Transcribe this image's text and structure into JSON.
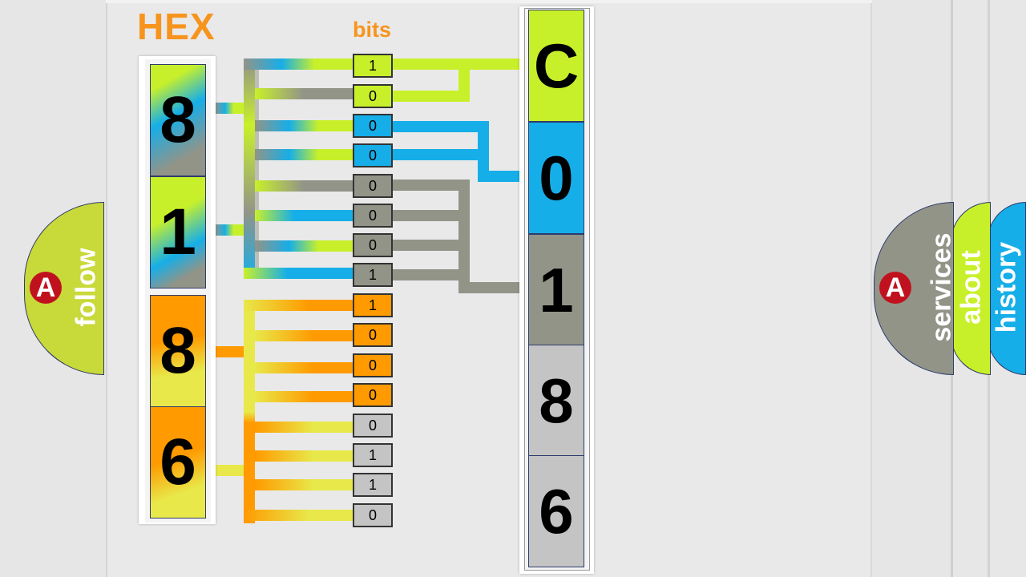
{
  "header": {
    "hex_label": "HEX",
    "bits_label": "bits"
  },
  "hex_digits": [
    "8",
    "1",
    "8",
    "6"
  ],
  "bits": [
    "1",
    "0",
    "0",
    "0",
    "0",
    "0",
    "0",
    "1",
    "1",
    "0",
    "0",
    "0",
    "0",
    "1",
    "1",
    "0"
  ],
  "result_digits": [
    "C",
    "0",
    "1",
    "8",
    "6"
  ],
  "nav": {
    "follow": "follow",
    "services": "services",
    "about": "about",
    "history": "history",
    "logo_letter": "A"
  },
  "colors": {
    "lime": "#c8f02a",
    "blue": "#16aee8",
    "gray": "#929488",
    "orange": "#ff9a00",
    "yellow": "#e8e84a",
    "light_gray": "#c4c4c4",
    "accent": "#f7941d",
    "logo_red": "#c0121e"
  }
}
